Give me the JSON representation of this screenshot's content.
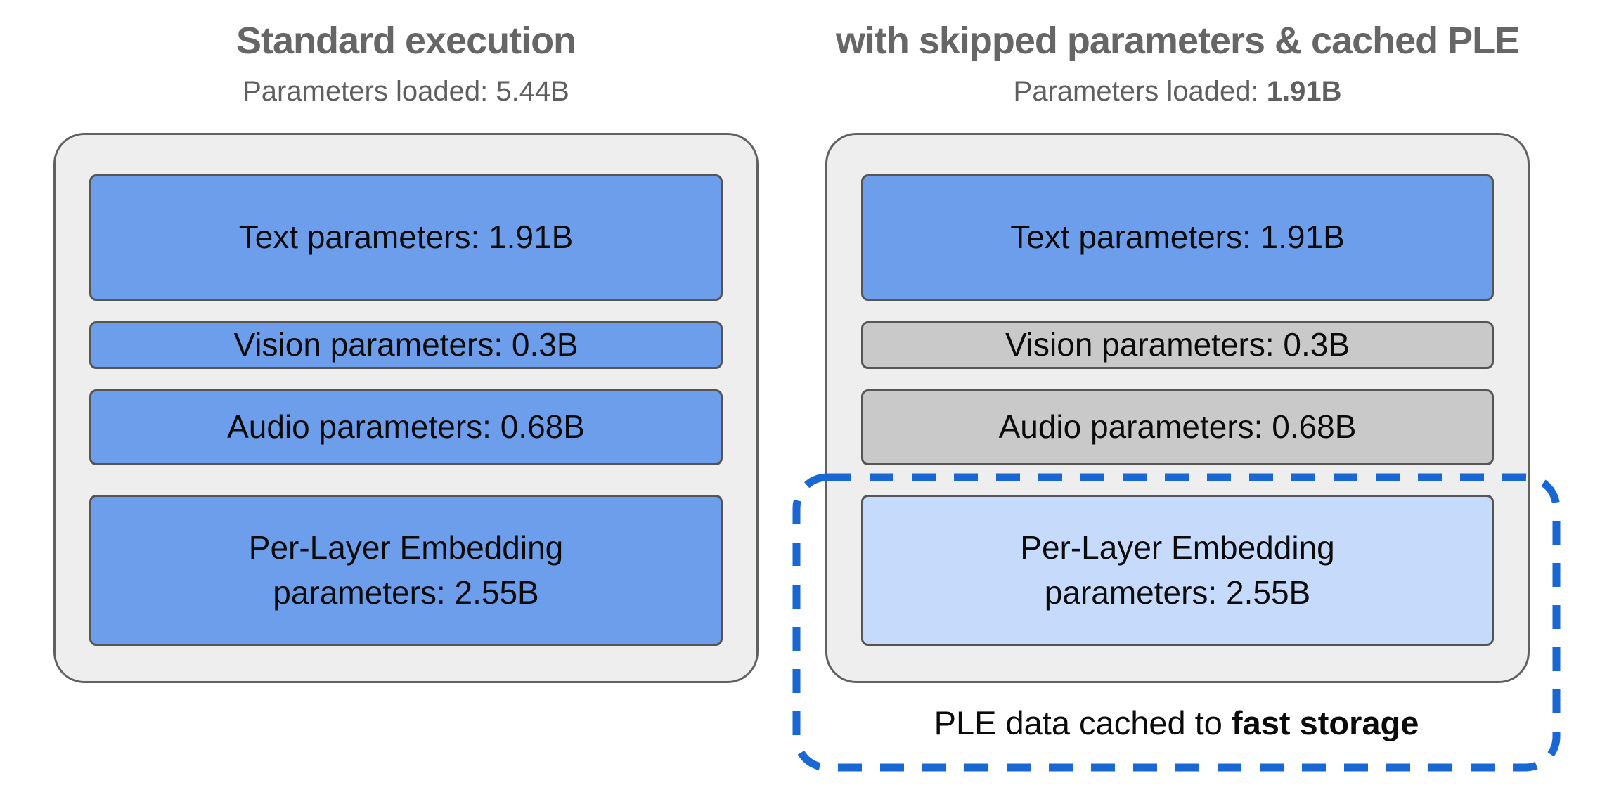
{
  "diagram": {
    "panels": [
      {
        "title": "Standard execution",
        "subtitle_prefix": "Parameters loaded: ",
        "subtitle_value": "5.44B",
        "boxes": [
          {
            "kind": "text-parameters",
            "state": "loaded",
            "lines": [
              "Text parameters: 1.91B"
            ]
          },
          {
            "kind": "vision-parameters",
            "state": "loaded",
            "lines": [
              "Vision parameters: 0.3B"
            ]
          },
          {
            "kind": "audio-parameters",
            "state": "loaded",
            "lines": [
              "Audio parameters: 0.68B"
            ]
          },
          {
            "kind": "per-layer-embedding-parameters",
            "state": "loaded",
            "lines": [
              "Per-Layer Embedding",
              "parameters: 2.55B"
            ]
          }
        ]
      },
      {
        "title": "with skipped parameters & cached PLE",
        "subtitle_prefix": "Parameters loaded: ",
        "subtitle_value": "1.91B",
        "boxes": [
          {
            "kind": "text-parameters",
            "state": "loaded",
            "lines": [
              "Text parameters: 1.91B"
            ]
          },
          {
            "kind": "vision-parameters",
            "state": "skipped",
            "lines": [
              "Vision parameters: 0.3B"
            ]
          },
          {
            "kind": "audio-parameters",
            "state": "skipped",
            "lines": [
              "Audio parameters: 0.68B"
            ]
          },
          {
            "kind": "per-layer-embedding-parameters",
            "state": "cached",
            "lines": [
              "Per-Layer Embedding",
              "parameters: 2.55B"
            ]
          }
        ]
      }
    ],
    "callout": {
      "prefix": "PLE data cached to ",
      "bold_text": "fast storage"
    },
    "colors": {
      "loaded_param_fill": "#6d9eeb",
      "skipped_param_fill": "#c9c9c9",
      "cached_ple_fill": "#c6dafc",
      "container_fill": "#eeeeee",
      "container_border": "#616161",
      "box_border": "#555555",
      "dashed_outline": "#1967d2",
      "heading_gray": "#666666",
      "box_text": "#0b0b0b"
    }
  }
}
